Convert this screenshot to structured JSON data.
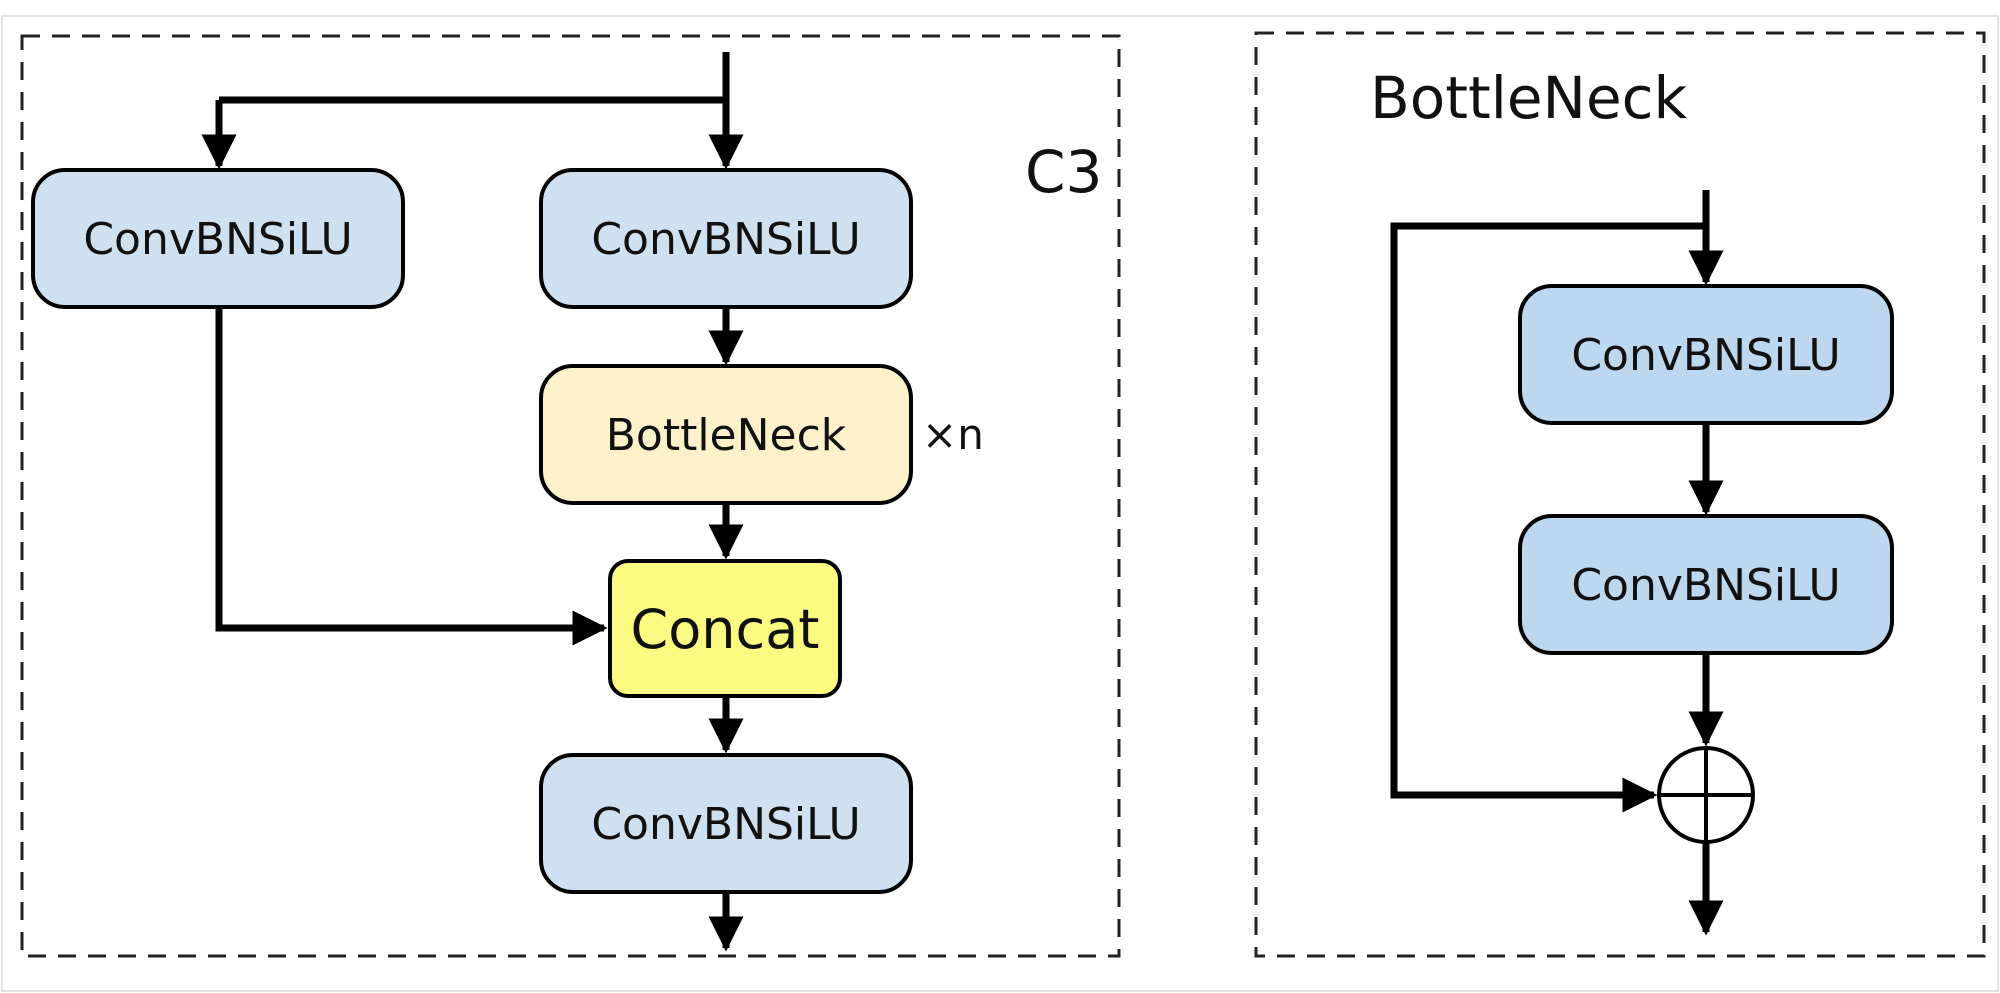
{
  "c3": {
    "title": "C3",
    "conv_left": "ConvBNSiLU",
    "conv_top": "ConvBNSiLU",
    "bottleneck": "BottleNeck",
    "repeat": "×n",
    "concat": "Concat",
    "conv_bottom": "ConvBNSiLU"
  },
  "bottleneck_block": {
    "title": "BottleNeck",
    "conv_1": "ConvBNSiLU",
    "conv_2": "ConvBNSiLU",
    "add_node": "add-icon"
  },
  "colors": {
    "conv_fill": "#cfe0f1",
    "conv_fill_right": "#bdd7ee",
    "bottleneck_fill": "#fdf1cc",
    "concat_fill": "#fbfb82",
    "stroke": "#000000",
    "dashed_border": "#222222"
  }
}
